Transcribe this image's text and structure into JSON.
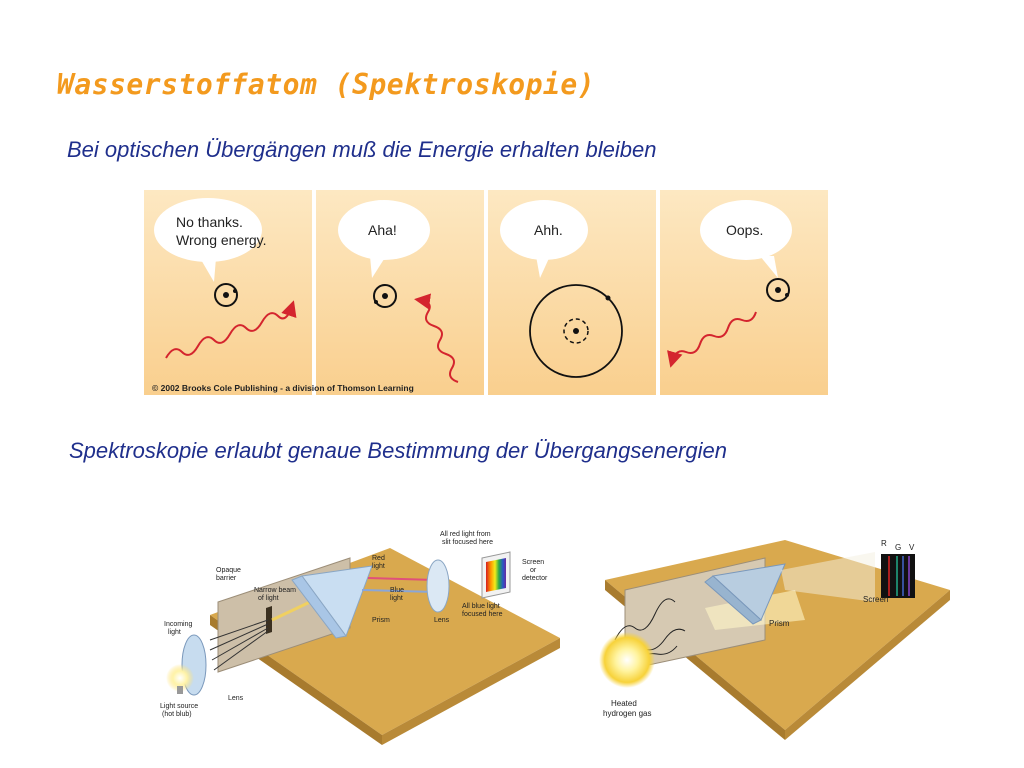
{
  "slide": {
    "title": "Wasserstoffatom (Spektroskopie)",
    "subtitle1": "Bei optischen Übergängen muß die Energie erhalten bleiben",
    "subtitle2": "Spektroskopie erlaubt genaue Bestimmung der Übergangsenergien"
  },
  "comic": {
    "panels": [
      {
        "line1": "No thanks.",
        "line2": "Wrong energy."
      },
      {
        "line1": "Aha!"
      },
      {
        "line1": "Ahh."
      },
      {
        "line1": "Oops."
      }
    ],
    "copyright": "© 2002 Brooks Cole Publishing - a division of Thomson Learning"
  },
  "spectrometer1": {
    "opaque_barrier": [
      "Opaque",
      "barrier"
    ],
    "narrow_beam": [
      "Narrow beam",
      "of light"
    ],
    "red_light": [
      "Red",
      "light"
    ],
    "blue_light": [
      "Blue",
      "light"
    ],
    "all_red": [
      "All red light from",
      "slit focused here"
    ],
    "screen": [
      "Screen",
      "or",
      "detector"
    ],
    "incoming": [
      "Incoming",
      "light"
    ],
    "prism": "Prism",
    "lens_right": "Lens",
    "all_blue": [
      "All blue light",
      "focused here"
    ],
    "lens_left": "Lens",
    "light_source": [
      "Light source",
      "(hot blub)"
    ]
  },
  "spectrometer2": {
    "rgb": [
      "R",
      "G",
      "V"
    ],
    "screen": "Screen",
    "prism": "Prism",
    "heated": [
      "Heated",
      "hydrogen gas"
    ]
  },
  "colors": {
    "title": "#f39a1e",
    "subtitle": "#1f2f8c",
    "photon": "#d4252e",
    "panel": "#fbd89a",
    "table": "#d8a84c"
  }
}
